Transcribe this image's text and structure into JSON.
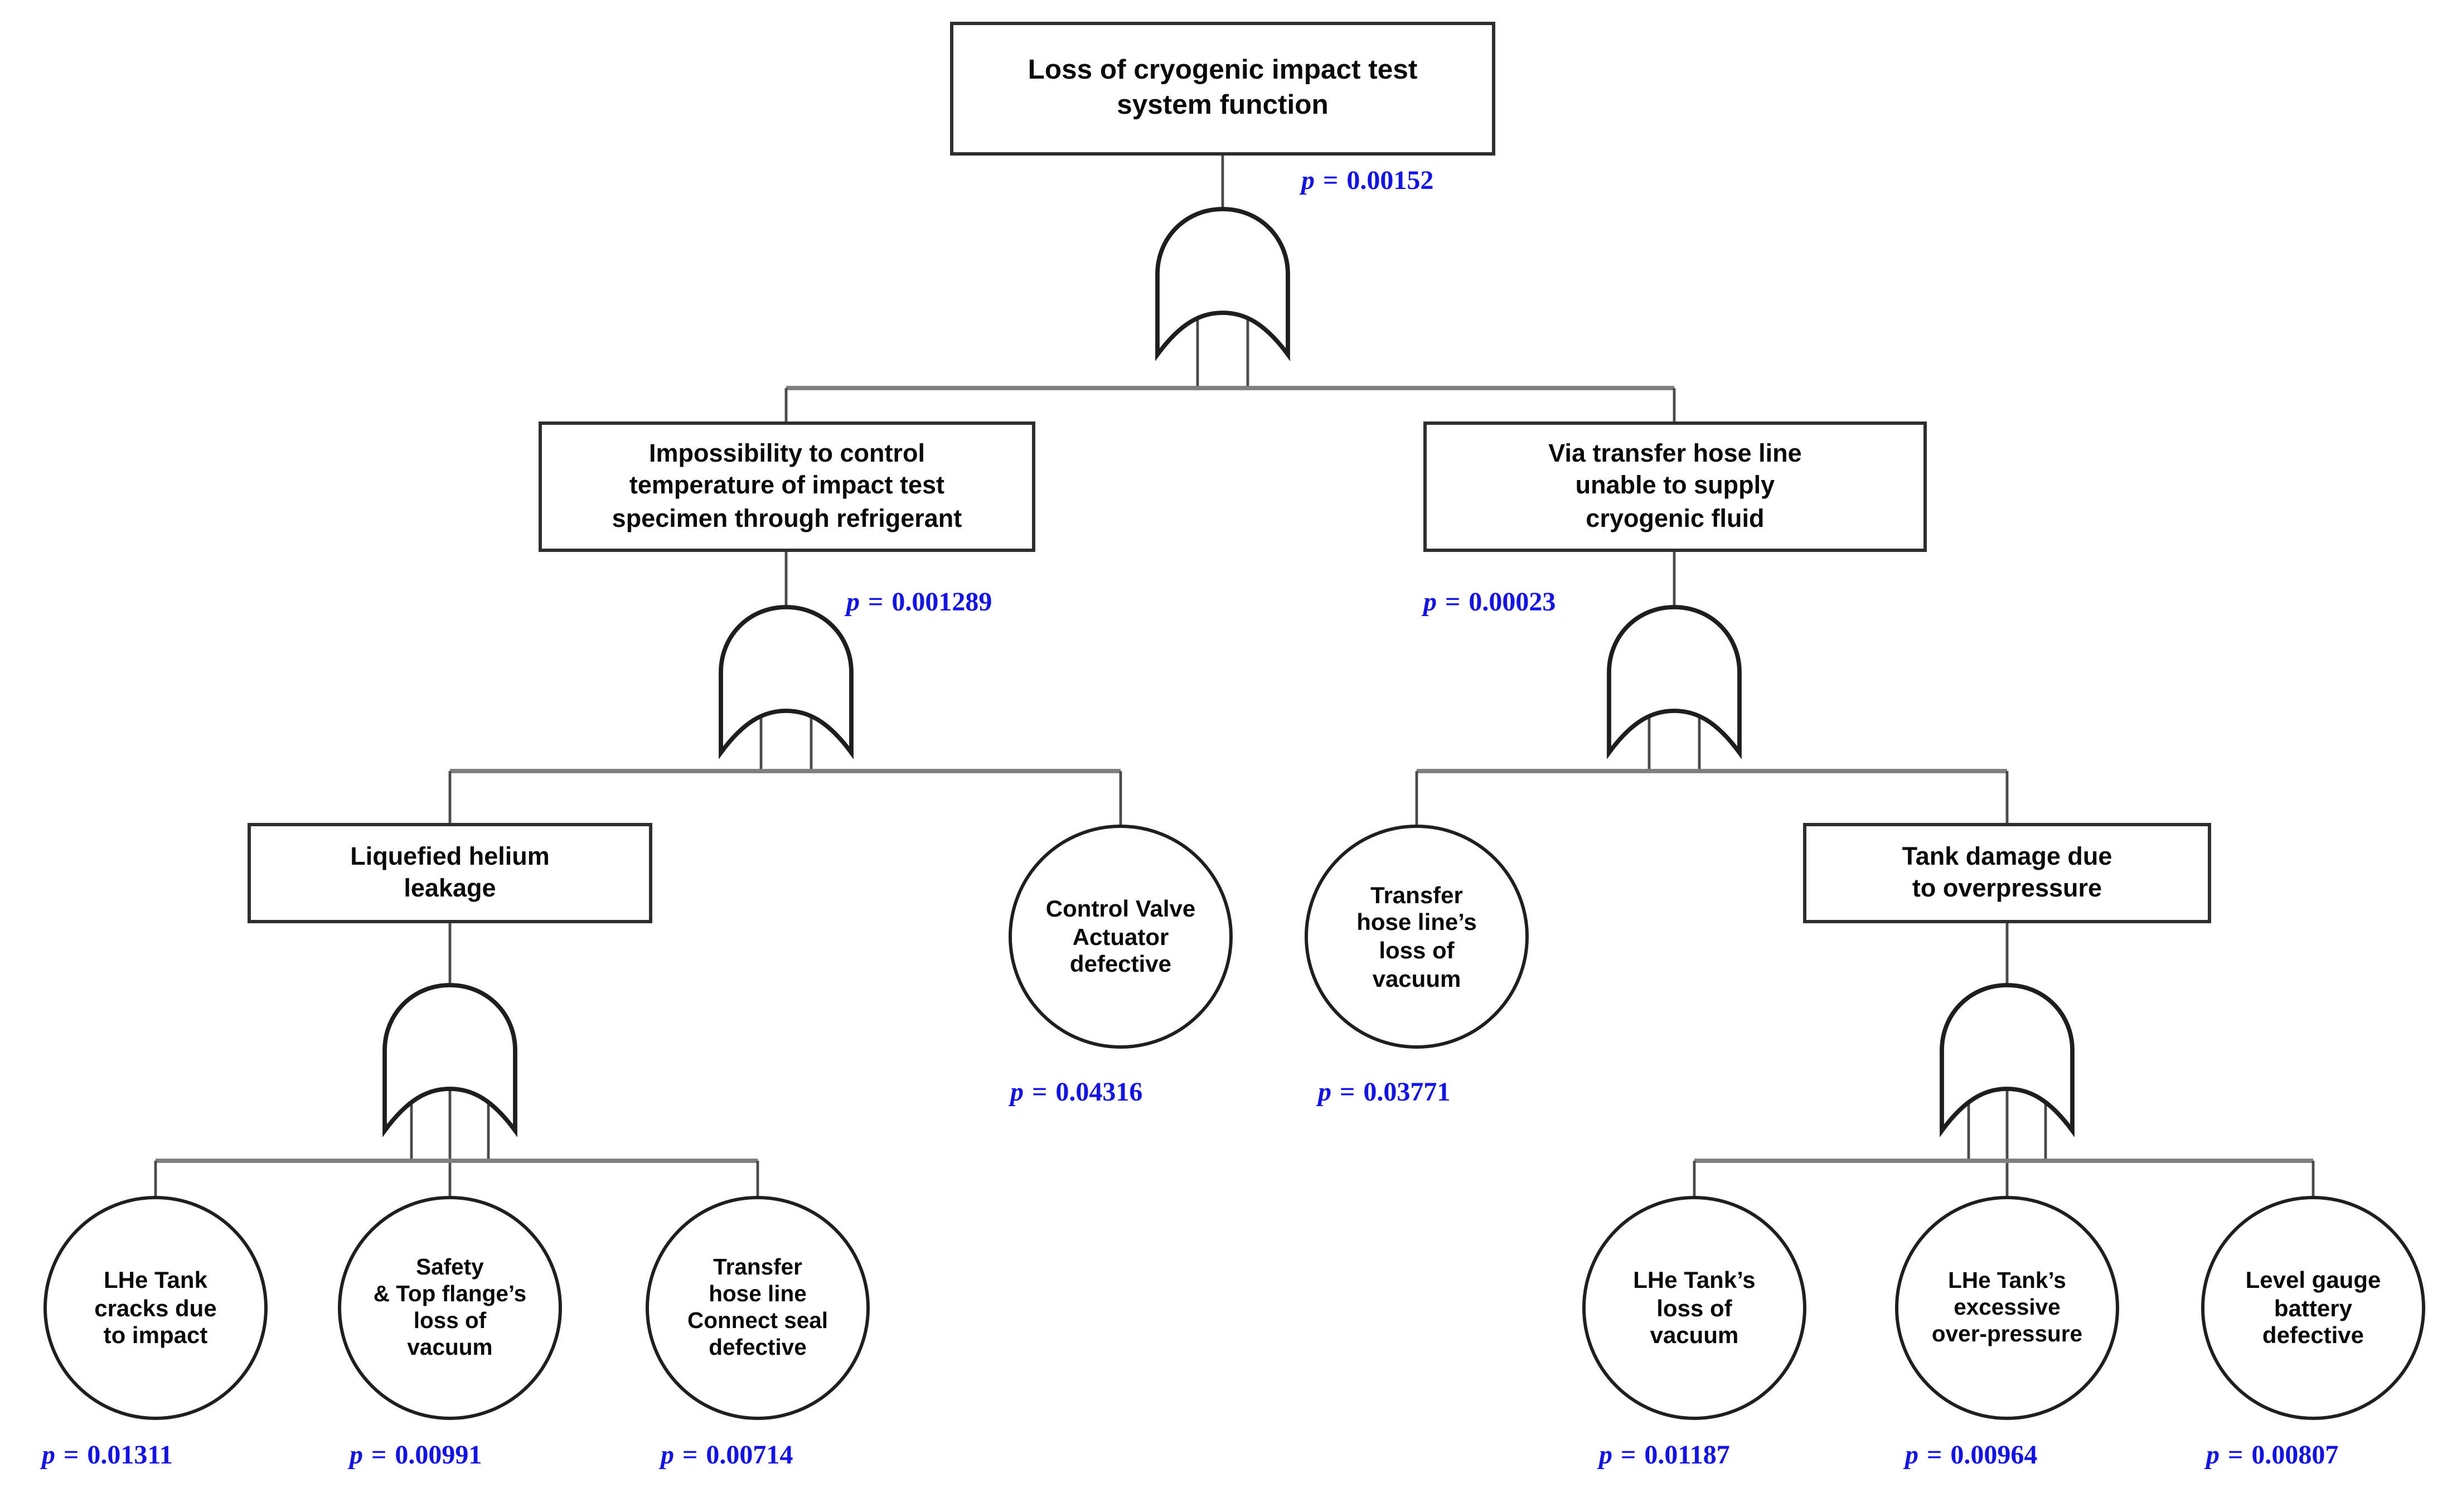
{
  "diagram": {
    "type": "fault-tree",
    "gate_symbol": "OR",
    "colors": {
      "probability_text": "#1212ee",
      "node_text": "#0a0a0a",
      "node_border": "#2e2e2e",
      "connector": "#7e7e7e",
      "background": "#ffffff"
    }
  },
  "strings": {
    "equals": "="
  },
  "nodes": {
    "top": {
      "kind": "event-box",
      "label": "Loss of cryogenic impact test\nsystem function",
      "gate": "OR",
      "p_var": "p",
      "p_value": "0.00152",
      "children": [
        "temp_control",
        "hose_supply"
      ]
    },
    "temp_control": {
      "kind": "event-box",
      "label": "Impossibility to control\ntemperature of impact test\nspecimen through refrigerant",
      "gate": "OR",
      "p_var": "p",
      "p_value": "0.001289",
      "children": [
        "lhe_leakage",
        "control_valve"
      ]
    },
    "hose_supply": {
      "kind": "event-box",
      "label": "Via transfer hose line\nunable to supply\ncryogenic fluid",
      "gate": "OR",
      "p_var": "p",
      "p_value": "0.00023",
      "children": [
        "thl_vacuum",
        "tank_damage"
      ]
    },
    "lhe_leakage": {
      "kind": "event-box",
      "label": "Liquefied helium\nleakage",
      "gate": "OR",
      "children": [
        "tank_cracks",
        "flange_vacuum",
        "connect_seal"
      ]
    },
    "control_valve": {
      "kind": "basic-event-circle",
      "label": "Control Valve\nActuator\ndefective",
      "p_var": "p",
      "p_value": "0.04316"
    },
    "thl_vacuum": {
      "kind": "basic-event-circle",
      "label": "Transfer\nhose line’s\nloss of\nvacuum",
      "p_var": "p",
      "p_value": "0.03771"
    },
    "tank_damage": {
      "kind": "event-box",
      "label": "Tank damage due\nto overpressure",
      "gate": "OR",
      "children": [
        "tank_vacuum",
        "tank_overpressure",
        "gauge_battery"
      ]
    },
    "tank_cracks": {
      "kind": "basic-event-circle",
      "label": "LHe Tank\ncracks due\nto impact",
      "p_var": "p",
      "p_value": "0.01311"
    },
    "flange_vacuum": {
      "kind": "basic-event-circle",
      "label": "Safety\n& Top flange’s\nloss of\nvacuum",
      "p_var": "p",
      "p_value": "0.00991"
    },
    "connect_seal": {
      "kind": "basic-event-circle",
      "label": "Transfer\nhose line\nConnect seal\ndefective",
      "p_var": "p",
      "p_value": "0.00714"
    },
    "tank_vacuum": {
      "kind": "basic-event-circle",
      "label": "LHe Tank’s\nloss of\nvacuum",
      "p_var": "p",
      "p_value": "0.01187"
    },
    "tank_overpressure": {
      "kind": "basic-event-circle",
      "label": "LHe Tank’s\nexcessive\nover-pressure",
      "p_var": "p",
      "p_value": "0.00964"
    },
    "gauge_battery": {
      "kind": "basic-event-circle",
      "label": "Level gauge\nbattery\ndefective",
      "p_var": "p",
      "p_value": "0.00807"
    }
  }
}
